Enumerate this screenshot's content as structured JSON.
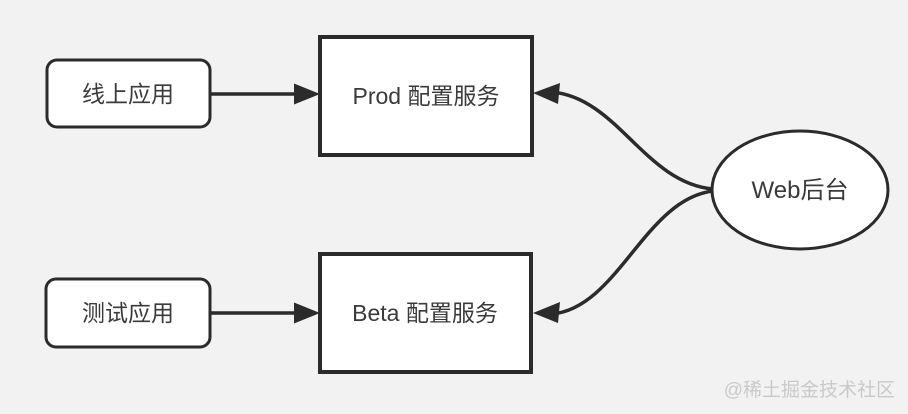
{
  "diagram": {
    "title": "config-service-architecture",
    "nodes": {
      "online_app": {
        "label": "线上应用",
        "shape": "rounded-rect"
      },
      "prod_service": {
        "label": "Prod 配置服务",
        "shape": "rect"
      },
      "test_app": {
        "label": "测试应用",
        "shape": "rounded-rect"
      },
      "beta_service": {
        "label": "Beta 配置服务",
        "shape": "rect"
      },
      "web_backend": {
        "label": "Web后台",
        "shape": "ellipse"
      }
    },
    "edges": [
      {
        "from": "online_app",
        "to": "prod_service",
        "style": "straight-arrow"
      },
      {
        "from": "test_app",
        "to": "beta_service",
        "style": "straight-arrow"
      },
      {
        "from": "web_backend",
        "to": "prod_service",
        "style": "curved-arrow"
      },
      {
        "from": "web_backend",
        "to": "beta_service",
        "style": "curved-arrow"
      }
    ],
    "colors": {
      "background": "#f2f2f2",
      "node_fill": "#ffffff",
      "stroke": "#2b2b2b",
      "text": "#3a3a3a",
      "watermark": "#c9c9c9"
    }
  },
  "watermark": {
    "text": "@稀土掘金技术社区"
  }
}
